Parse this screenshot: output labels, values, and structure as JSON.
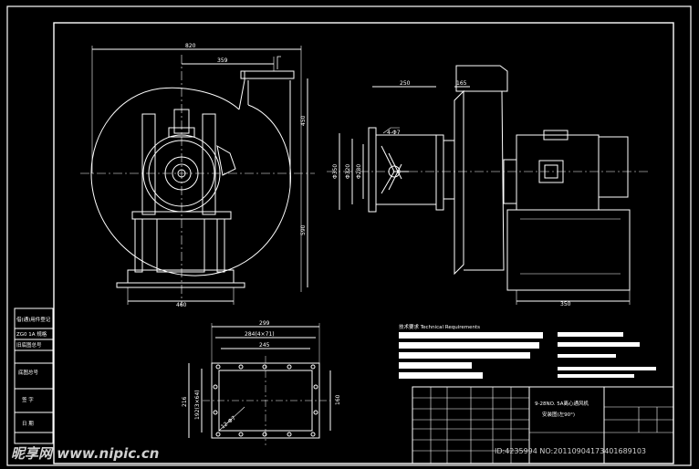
{
  "dimensions": {
    "front_width": "820",
    "front_outlet_offset": "359",
    "front_top_height": "450",
    "front_total_height": "590",
    "front_base_width": "460",
    "side_outlet_width": "250",
    "side_outlet_offset": "165",
    "side_dia_outer": "Φ350",
    "side_dia_mid": "Φ320",
    "side_dia_inner": "Φ280",
    "side_bolt_note": "4-Φ7",
    "side_motor_base": "350",
    "flange_outer_width": "299",
    "flange_bolt_spacing": "284(4×71)",
    "flange_inner_width": "245",
    "flange_height_left": "216",
    "flange_bolt_spacing_vertical": "192(3×64)",
    "flange_height_right": "160",
    "flange_bolt_note": "12-Φ7"
  },
  "requirements": {
    "heading": "技术要求  Technical Requirements"
  },
  "left_table": {
    "rows": [
      "借(通)用件登记",
      "ZG0 1A 规格",
      "旧底图总号",
      "底图总号",
      "签  字",
      "日  期"
    ]
  },
  "title_block": {
    "title_line1": "9-28NO. 5A离心通风机",
    "title_line2": "安装图(左90°)"
  },
  "watermark": {
    "site": "昵享网 www.nipic.cn",
    "id_text": "ID:4235994 NO:20110904173401689103"
  },
  "colors": {
    "background": "#000000",
    "lines": "#ffffff",
    "watermark": "#cccccc"
  }
}
